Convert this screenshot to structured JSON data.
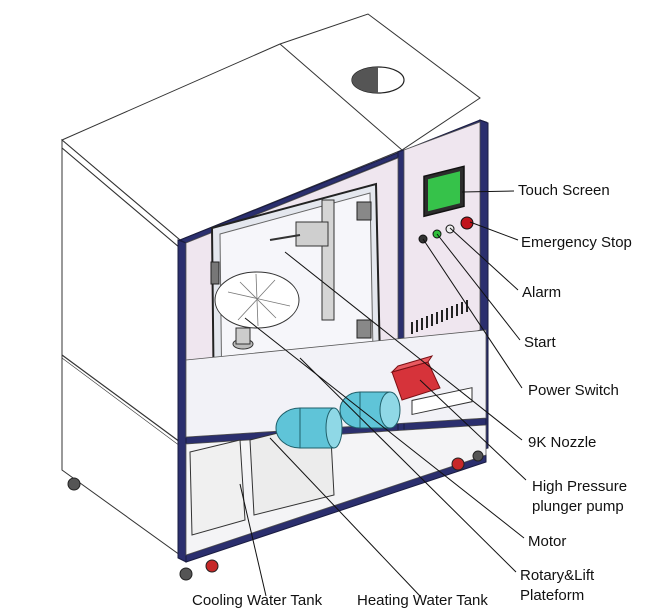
{
  "labels": {
    "touch_screen": "Touch Screen",
    "emergency_stop": "Emergency Stop",
    "alarm": "Alarm",
    "start": "Start",
    "power_switch": "Power Switch",
    "nozzle": "9K Nozzle",
    "pump_line1": "High Pressure",
    "pump_line2": "plunger  pump",
    "motor": "Motor",
    "rotary_line1": "Rotary&Lift",
    "rotary_line2": "Plateform",
    "cooling_tank": "Cooling Water Tank",
    "heating_tank": "Heating Water Tank"
  },
  "colors": {
    "frame": "#2b2f6e",
    "panel": "#efe6ef",
    "screen": "#36c24a",
    "emergency_button": "#c0141c",
    "alarm_led": "#2fbf3a",
    "motor": "#5fc4d8",
    "pump": "#d6333a",
    "caster": "#c62828"
  }
}
